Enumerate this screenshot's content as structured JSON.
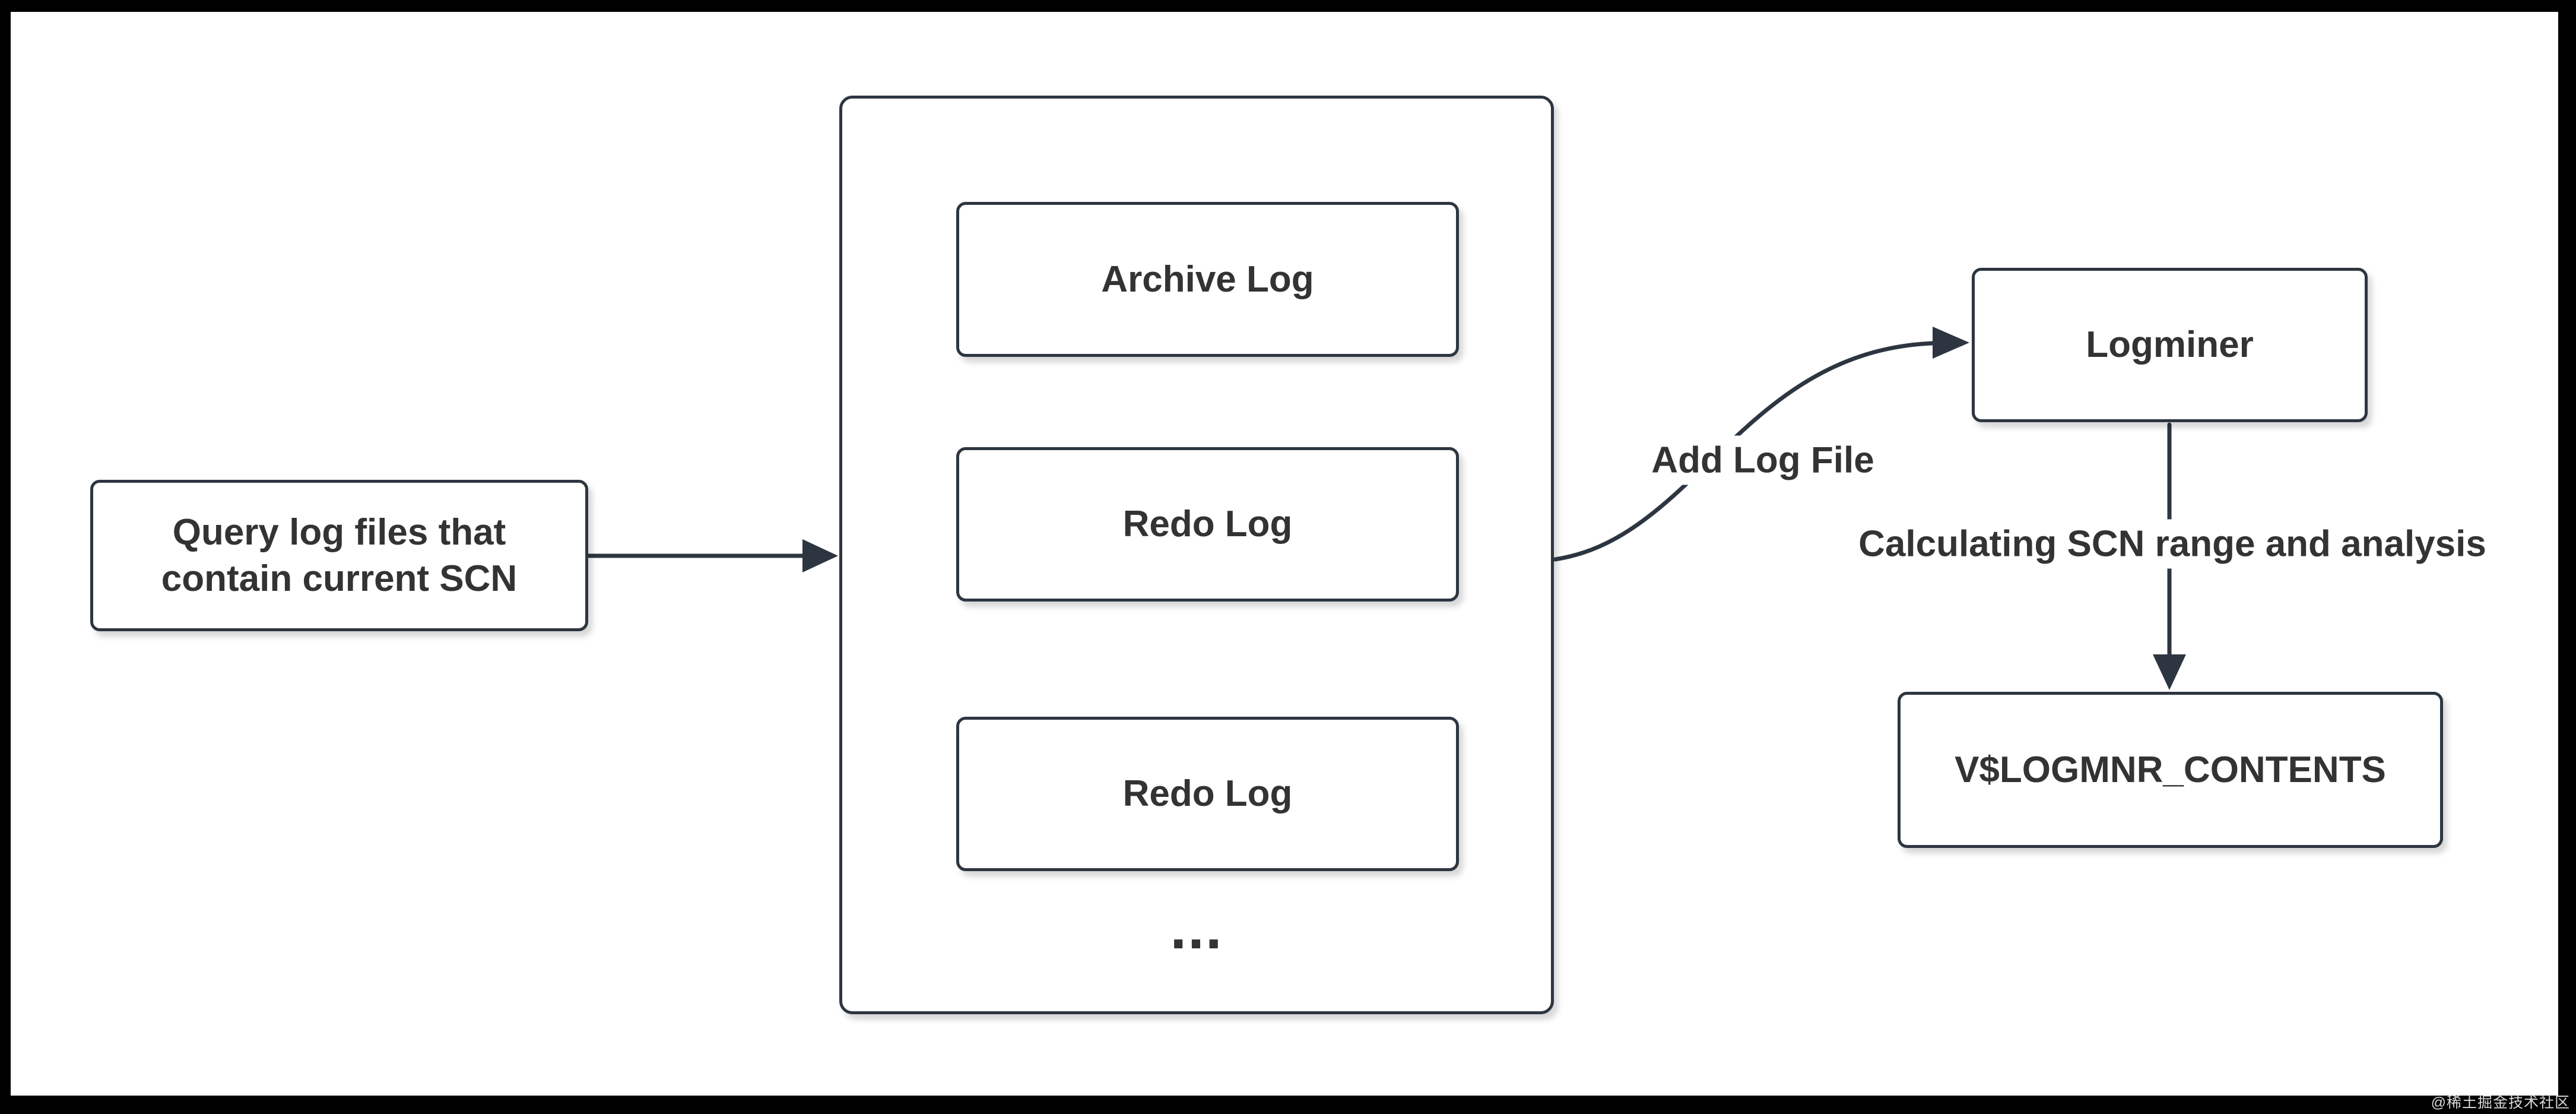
{
  "page": {
    "watermark": "@稀土掘金技术社区"
  },
  "colors": {
    "stroke": "#2d3640",
    "text": "#333333",
    "canvas": "#ffffff",
    "frame": "#000000",
    "watermark": "#d9d9d9"
  },
  "nodes": {
    "query": {
      "label": "Query log files that contain current SCN"
    },
    "archive_log": {
      "label": "Archive Log"
    },
    "redo_log_1": {
      "label": "Redo Log"
    },
    "redo_log_2": {
      "label": "Redo Log"
    },
    "ellipsis": {
      "label": "..."
    },
    "logminer": {
      "label": "Logminer"
    },
    "v_logmnr_contents": {
      "label": "V$LOGMNR_CONTENTS"
    }
  },
  "edges": {
    "query_to_container": {
      "label": ""
    },
    "add_log_file": {
      "label": "Add Log File"
    },
    "calculating_scn": {
      "label": "Calculating SCN range and analysis"
    }
  }
}
